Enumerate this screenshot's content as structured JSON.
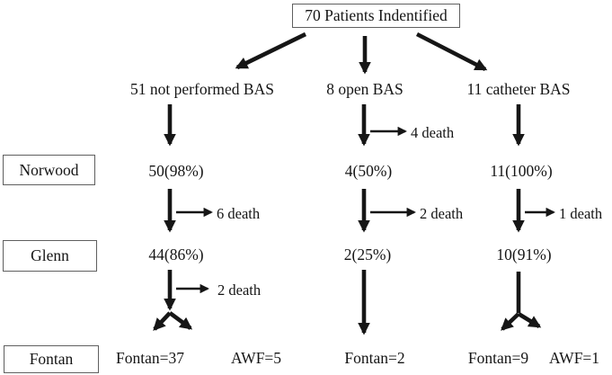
{
  "colors": {
    "ink": "#161616",
    "box_border": "#5f5f5f",
    "background": "#ffffff"
  },
  "root": {
    "label": "70 Patients  Indentified"
  },
  "stage_boxes": [
    {
      "label": "Norwood"
    },
    {
      "label": "Glenn"
    },
    {
      "label": "Fontan"
    }
  ],
  "columns": [
    {
      "id": "not-performed-bas",
      "branch_label": "51 not performed BAS",
      "norwood_value": "50(98%)",
      "death_after_norwood": "6 death",
      "glenn_value": "44(86%)",
      "death_after_glenn": "2 death",
      "fontan_value": "Fontan=37",
      "awf_value": "AWF=5"
    },
    {
      "id": "open-bas",
      "branch_label": "8 open BAS",
      "death_before_norwood": "4 death",
      "norwood_value": "4(50%)",
      "death_after_norwood": "2 death",
      "glenn_value": "2(25%)",
      "fontan_value": "Fontan=2"
    },
    {
      "id": "catheter-bas",
      "branch_label": "11 catheter BAS",
      "norwood_value": "11(100%)",
      "death_after_norwood": "1 death",
      "glenn_value": "10(91%)",
      "fontan_value": "Fontan=9",
      "awf_value": "AWF=1"
    }
  ]
}
